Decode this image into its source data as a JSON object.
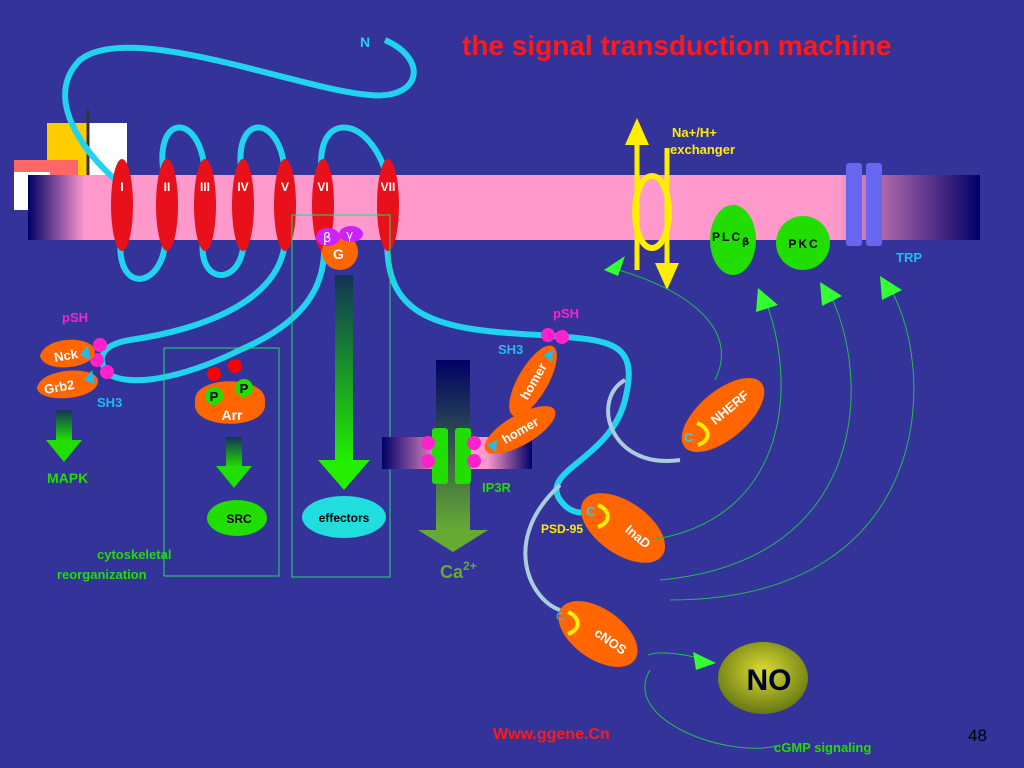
{
  "title": "the signal transduction machine",
  "footer_url": "Www.ggene.Cn",
  "page_number": "48",
  "colors": {
    "background": "#333399",
    "membrane": "#ff99cc",
    "loop": "#22d3f0",
    "helix": "#e8101a",
    "label_green": "#22dd00",
    "title_red": "#ff1a1a",
    "arrow_green": "#33ff33",
    "arrow_yellow": "#ffee00"
  },
  "receptor": {
    "n_terminus": "N",
    "helices": [
      "I",
      "II",
      "III",
      "IV",
      "V",
      "VI",
      "VII"
    ]
  },
  "g_protein": {
    "beta": "β",
    "gamma": "γ",
    "alpha": "G"
  },
  "labels": {
    "na_h_exchanger_1": "Na+/H+",
    "na_h_exchanger_2": "exchanger",
    "plc": "PLC",
    "plc_sub": "β",
    "pkc": "PKC",
    "trp": "TRP",
    "pshrm_left": "pSH",
    "pshrm_right": "pSH",
    "nck": "Nck",
    "grb2": "Grb2",
    "sh3_left": "SH3",
    "sh3_right": "SH3",
    "p1": "P",
    "p2": "P",
    "arr": "Arr",
    "mapk": "MAPK",
    "src": "SRC",
    "effectors": "effectors",
    "cytoskeletal_1": "cytoskeletal",
    "cytoskeletal_2": "reorganization",
    "ip3r": "IP3R",
    "ca2": "Ca",
    "ca2_sup": "2+",
    "homer_1": "homer",
    "homer_2": "homer",
    "nherf": "NHERF",
    "inad": "InaD",
    "cnos": "cNOS",
    "c_nherf": "C",
    "c_inad": "C",
    "c_cnos": "C",
    "psd95": "PSD-95",
    "no": "NO",
    "bottom_green": "cGMP signaling"
  }
}
